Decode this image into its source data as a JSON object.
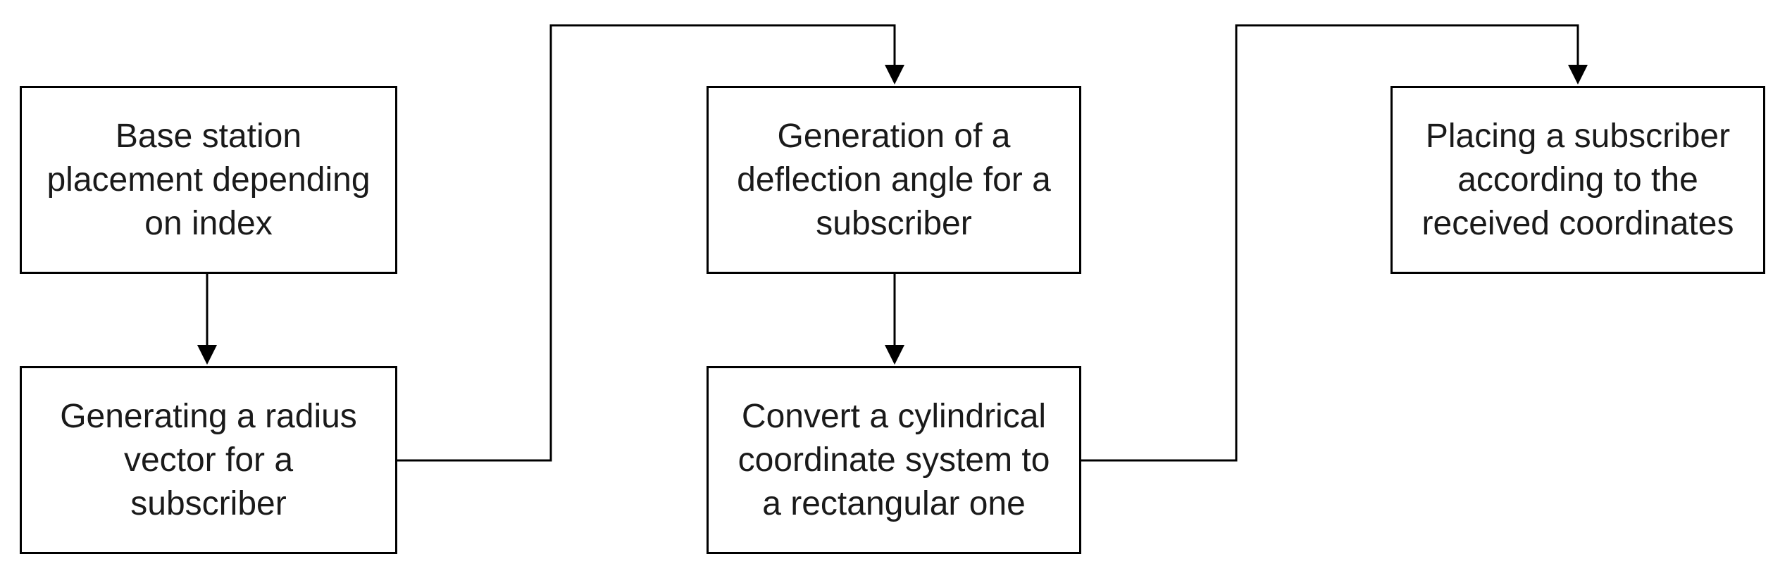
{
  "diagram": {
    "nodes": [
      {
        "id": "n1",
        "label": "Base station\nplacement depending\non index"
      },
      {
        "id": "n2",
        "label": "Generating a radius\nvector for a\nsubscriber"
      },
      {
        "id": "n3",
        "label": "Generation of a\ndeflection angle for a\nsubscriber"
      },
      {
        "id": "n4",
        "label": "Convert a cylindrical\ncoordinate system to\na rectangular one"
      },
      {
        "id": "n5",
        "label": "Placing a subscriber\naccording to the\nreceived coordinates"
      }
    ],
    "edges": [
      {
        "from": "n1",
        "to": "n2"
      },
      {
        "from": "n2",
        "to": "n3"
      },
      {
        "from": "n3",
        "to": "n4"
      },
      {
        "from": "n4",
        "to": "n5"
      }
    ],
    "colors": {
      "stroke": "#000000",
      "text": "#1a1a1a",
      "background": "#ffffff"
    }
  }
}
